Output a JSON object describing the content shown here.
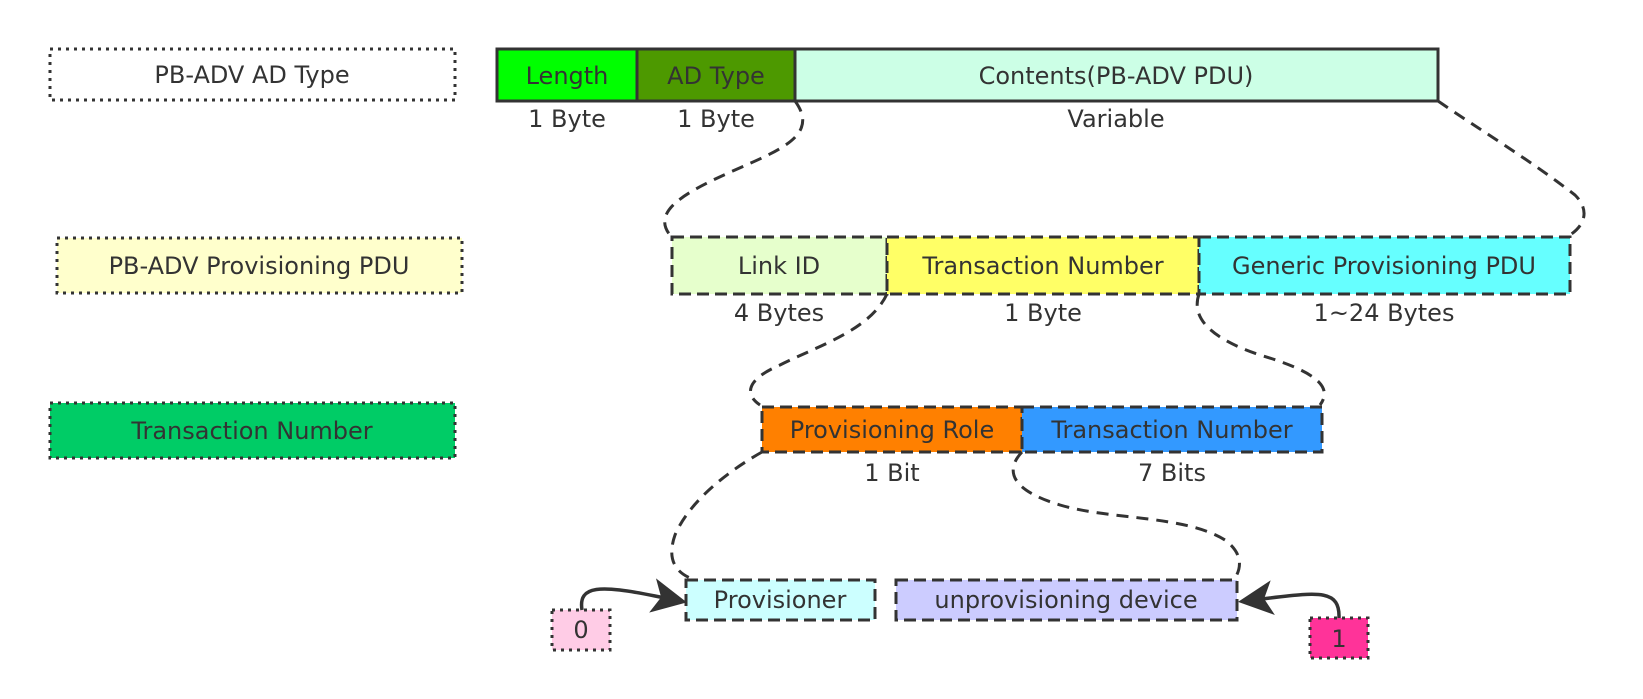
{
  "legend": {
    "ad_type": {
      "label": "PB-ADV AD Type",
      "fill": "#ffffff"
    },
    "provisioning_pdu": {
      "label": "PB-ADV Provisioning PDU",
      "fill": "#ffffcc"
    },
    "transaction_number": {
      "label": "Transaction Number",
      "fill": "#00cc66"
    }
  },
  "row1": {
    "fields": [
      {
        "label": "Length",
        "size": "1 Byte",
        "fill": "#00ff00"
      },
      {
        "label": "AD Type",
        "size": "1 Byte",
        "fill": "#4d9900"
      },
      {
        "label": "Contents(PB-ADV PDU)",
        "size": "Variable",
        "fill": "#ccffe6"
      }
    ]
  },
  "row2": {
    "fields": [
      {
        "label": "Link ID",
        "size": "4 Bytes",
        "fill": "#e6ffcc"
      },
      {
        "label": "Transaction Number",
        "size": "1 Byte",
        "fill": "#ffff66"
      },
      {
        "label": "Generic Provisioning PDU",
        "size": "1~24 Bytes",
        "fill": "#66ffff"
      }
    ]
  },
  "row3": {
    "fields": [
      {
        "label": "Provisioning Role",
        "size": "1 Bit",
        "fill": "#ff8000"
      },
      {
        "label": "Transaction Number",
        "size": "7 Bits",
        "fill": "#3399ff"
      }
    ]
  },
  "row4": {
    "values": [
      {
        "label": "Provisioner",
        "fill": "#ccffff"
      },
      {
        "label": "unprovisioning device",
        "fill": "#ccccff"
      }
    ],
    "bits": [
      {
        "label": "0",
        "fill": "#ffcce6"
      },
      {
        "label": "1",
        "fill": "#ff3399"
      }
    ]
  }
}
